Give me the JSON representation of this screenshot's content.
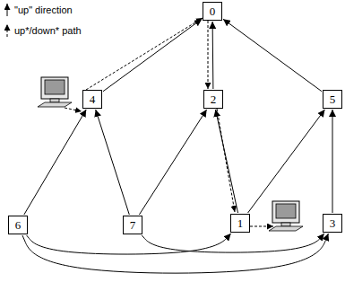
{
  "diagram": {
    "nodes": [
      {
        "text": [
          "0"
        ]
      },
      {
        "text": [
          "4"
        ]
      },
      {
        "text": [
          "2"
        ]
      },
      {
        "text": [
          "5"
        ]
      },
      {
        "text": [
          "6"
        ]
      },
      {
        "text": [
          "7"
        ]
      },
      {
        "text": [
          "1"
        ]
      },
      {
        "text": [
          "3"
        ]
      }
    ],
    "edges": [
      {
        "from": 1,
        "to": 0,
        "arrow": "to"
      },
      {
        "from": 2,
        "to": 0,
        "arrow": "to"
      },
      {
        "from": 3,
        "to": 0,
        "arrow": "to"
      },
      {
        "from": 4,
        "to": 1,
        "arrow": "to"
      },
      {
        "from": 5,
        "to": 1,
        "arrow": "to"
      },
      {
        "from": 5,
        "to": 2,
        "arrow": "to"
      },
      {
        "from": 6,
        "to": 2,
        "arrow": "to"
      },
      {
        "from": 6,
        "to": 3,
        "arrow": "to"
      },
      {
        "from": 7,
        "to": 3,
        "arrow": "to"
      },
      {
        "from": 4,
        "to": 6,
        "arrow": "to"
      },
      {
        "from": 5,
        "to": 7,
        "arrow": "to"
      },
      {
        "from": 4,
        "to": 7,
        "arrow": "to"
      }
    ],
    "legend": [
      {
        "text": "\"up\" direction"
      },
      {
        "text": "up*/down* path"
      }
    ]
  }
}
